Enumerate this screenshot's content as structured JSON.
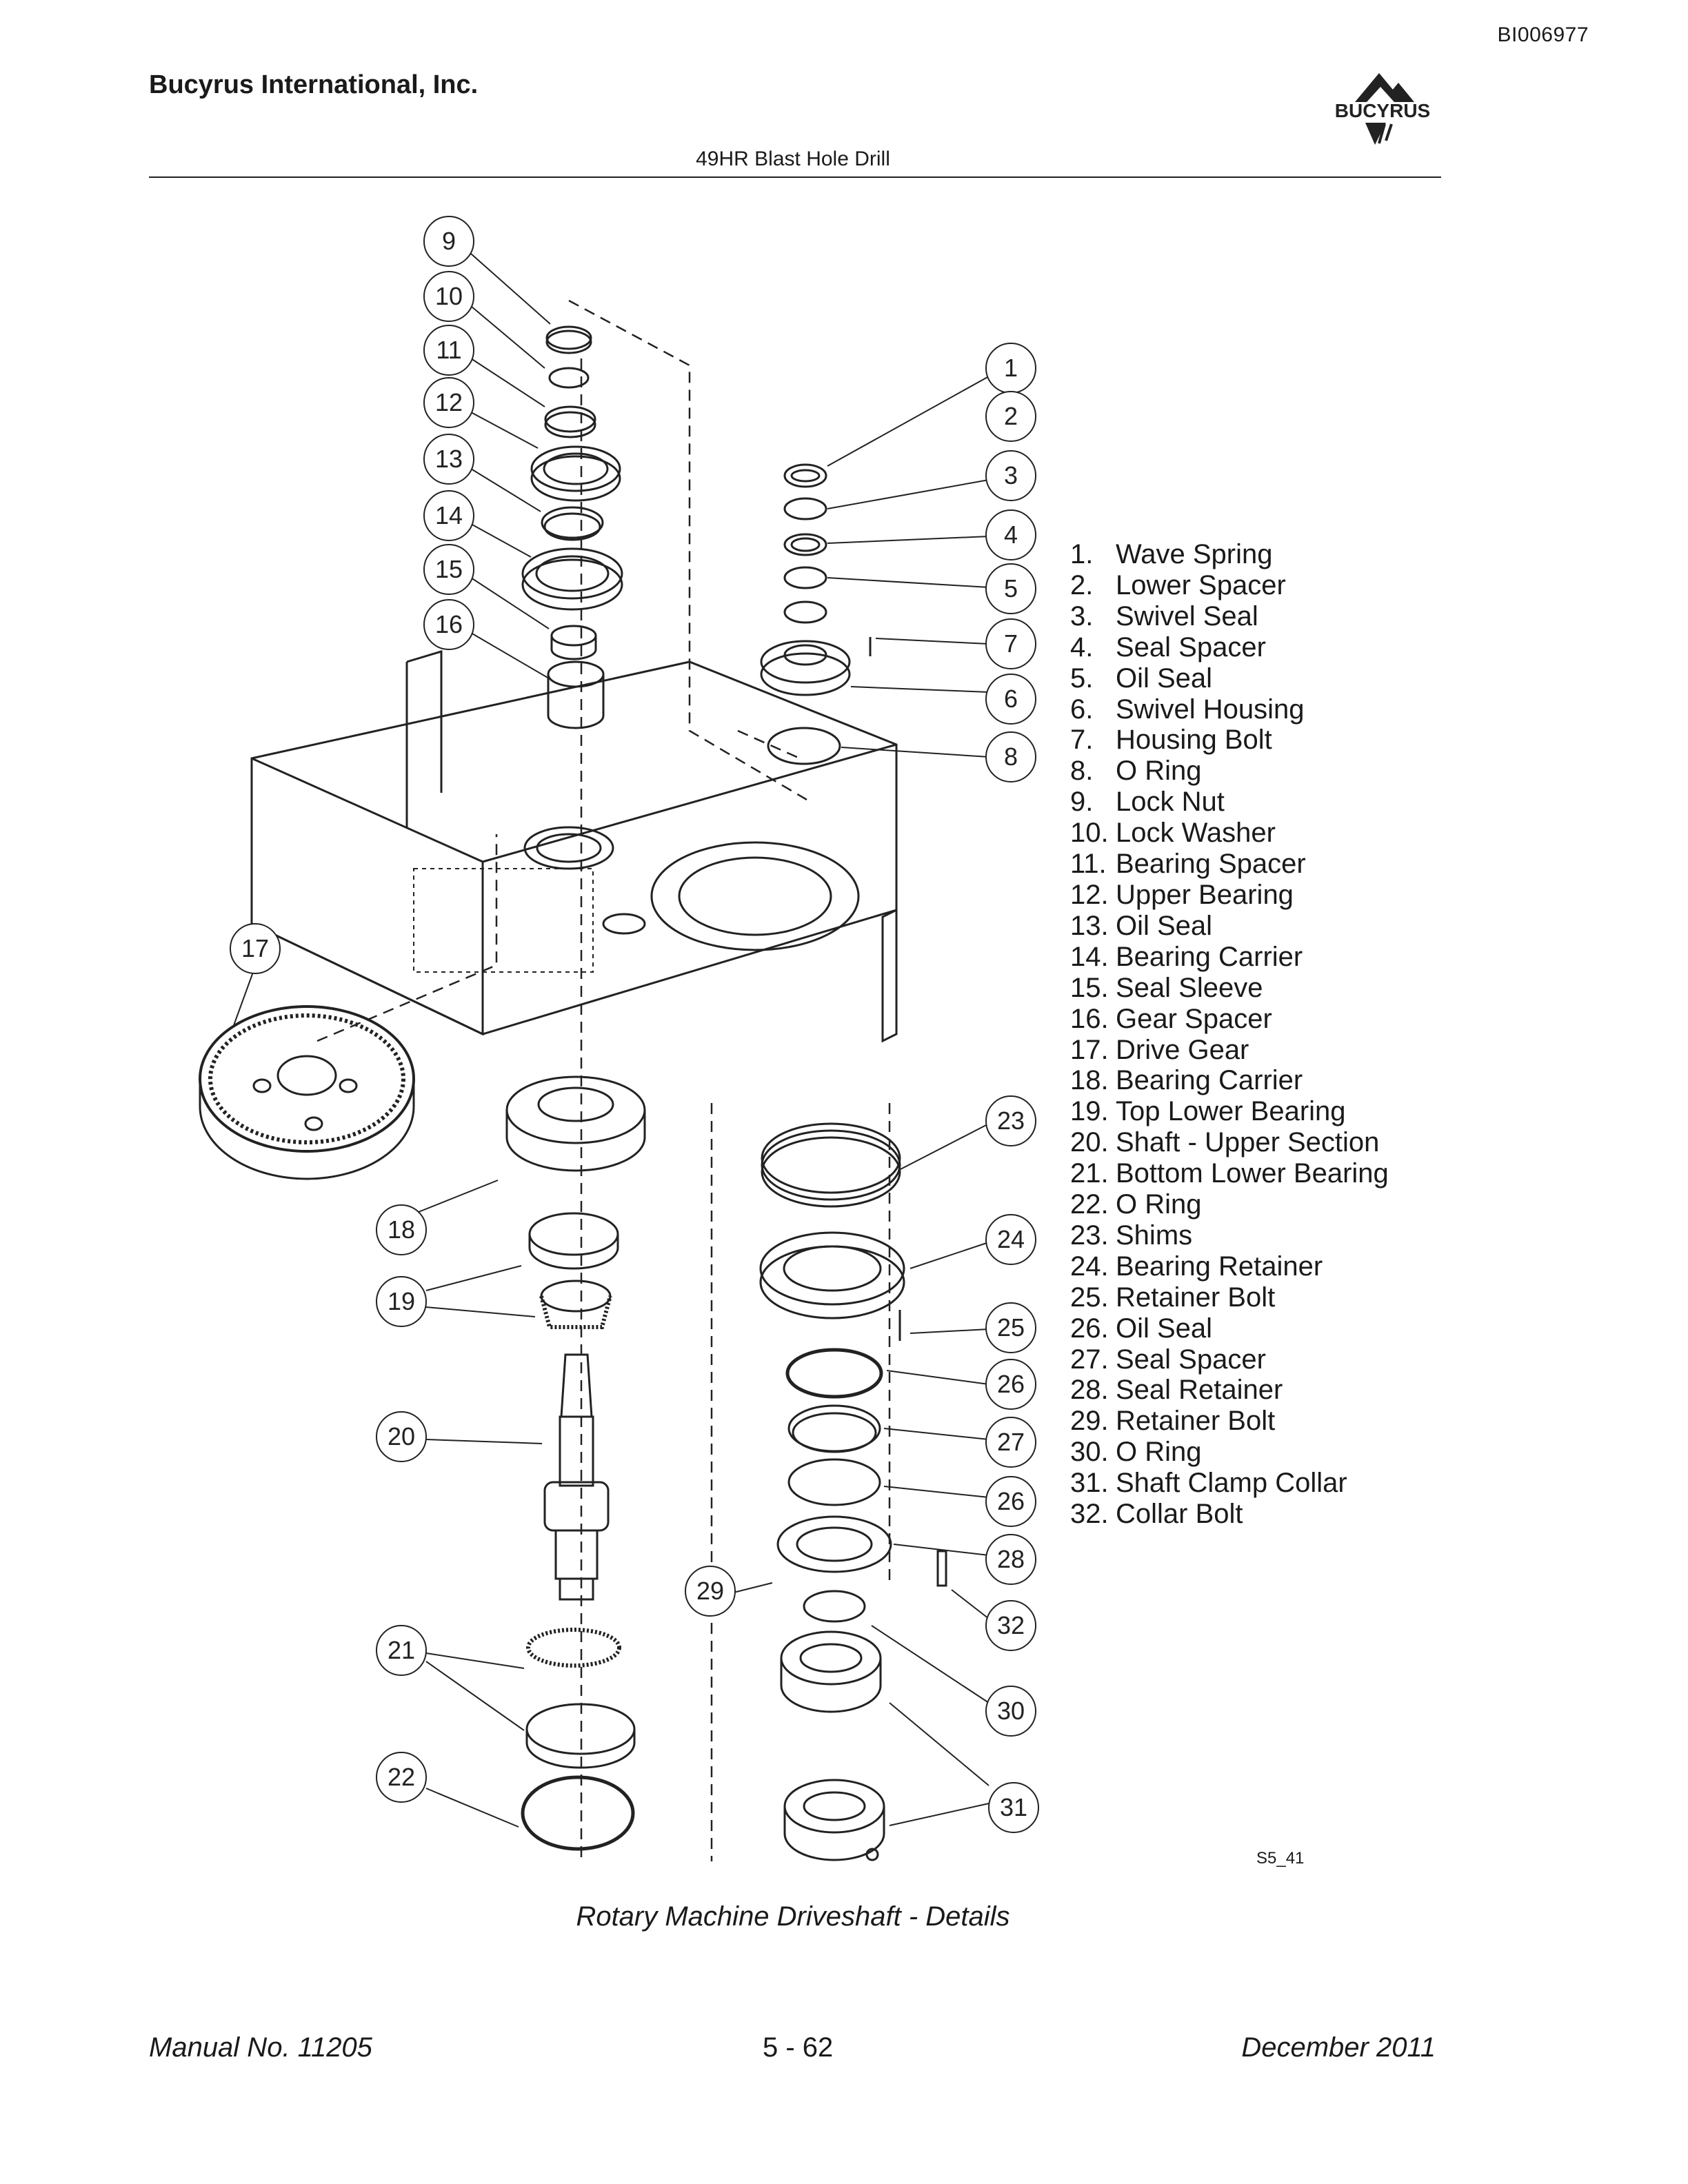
{
  "header": {
    "doc_id": "BI006977",
    "company": "Bucyrus International, Inc.",
    "subtitle": "49HR Blast Hole Drill",
    "logo_text": "BUCYRUS"
  },
  "figure": {
    "callouts": [
      "9",
      "10",
      "11",
      "12",
      "13",
      "14",
      "15",
      "16",
      "1",
      "2",
      "3",
      "4",
      "5",
      "7",
      "6",
      "8",
      "17",
      "23",
      "18",
      "24",
      "19",
      "25",
      "26",
      "20",
      "27",
      "26",
      "28",
      "29",
      "32",
      "21",
      "30",
      "22",
      "31"
    ],
    "code": "S5_41",
    "caption": "Rotary Machine Driveshaft - Details"
  },
  "legend": [
    {
      "num": "1.",
      "label": "Wave Spring"
    },
    {
      "num": "2.",
      "label": "Lower Spacer"
    },
    {
      "num": "3.",
      "label": "Swivel Seal"
    },
    {
      "num": "4.",
      "label": "Seal Spacer"
    },
    {
      "num": "5.",
      "label": "Oil Seal"
    },
    {
      "num": "6.",
      "label": "Swivel Housing"
    },
    {
      "num": "7.",
      "label": "Housing Bolt"
    },
    {
      "num": "8.",
      "label": "O Ring"
    },
    {
      "num": "9.",
      "label": "Lock Nut"
    },
    {
      "num": "10.",
      "label": "Lock Washer"
    },
    {
      "num": "11.",
      "label": "Bearing Spacer"
    },
    {
      "num": "12.",
      "label": "Upper Bearing"
    },
    {
      "num": "13.",
      "label": "Oil Seal"
    },
    {
      "num": "14.",
      "label": "Bearing Carrier"
    },
    {
      "num": "15.",
      "label": "Seal Sleeve"
    },
    {
      "num": "16.",
      "label": "Gear Spacer"
    },
    {
      "num": "17.",
      "label": "Drive Gear"
    },
    {
      "num": "18.",
      "label": "Bearing Carrier"
    },
    {
      "num": "19.",
      "label": "Top Lower Bearing"
    },
    {
      "num": "20.",
      "label": "Shaft - Upper Section"
    },
    {
      "num": "21.",
      "label": "Bottom Lower Bearing"
    },
    {
      "num": "22.",
      "label": "O Ring"
    },
    {
      "num": "23.",
      "label": "Shims"
    },
    {
      "num": "24.",
      "label": "Bearing Retainer"
    },
    {
      "num": "25.",
      "label": "Retainer Bolt"
    },
    {
      "num": "26.",
      "label": "Oil Seal"
    },
    {
      "num": "27.",
      "label": "Seal Spacer"
    },
    {
      "num": "28.",
      "label": "Seal Retainer"
    },
    {
      "num": "29.",
      "label": "Retainer Bolt"
    },
    {
      "num": "30.",
      "label": "O Ring"
    },
    {
      "num": "31.",
      "label": "Shaft Clamp Collar"
    },
    {
      "num": "32.",
      "label": "Collar Bolt"
    }
  ],
  "footer": {
    "manual": "Manual No. 11205",
    "page": "5 - 62",
    "date": "December 2011"
  }
}
